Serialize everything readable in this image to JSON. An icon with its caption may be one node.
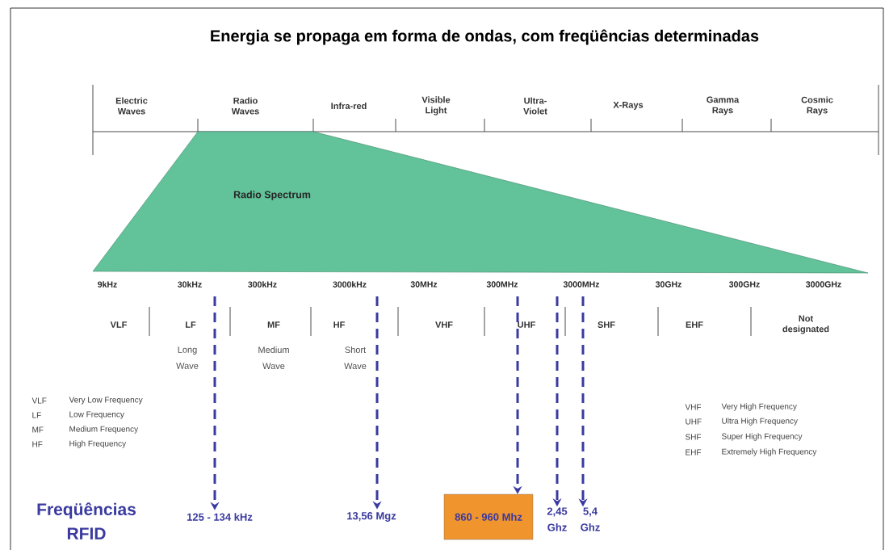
{
  "diagram": {
    "title": "Energia se propaga em forma de ondas, com freqüências determinadas",
    "nodes": [
      {
        "text": [
          "Radio Spectrum"
        ]
      },
      {
        "text": [
          "125 - 134 kHz"
        ]
      },
      {
        "text": [
          "13,56 Mgz"
        ]
      },
      {
        "text": [
          "860 - 960 Mhz"
        ]
      },
      {
        "text": [
          "2,45 Ghz"
        ]
      },
      {
        "text": [
          "5,4 Ghz"
        ]
      }
    ],
    "edges": [
      {
        "from": null,
        "to": 1,
        "arrow": "to",
        "style": "dashed"
      },
      {
        "from": null,
        "to": 2,
        "arrow": "to",
        "style": "dashed"
      },
      {
        "from": null,
        "to": 3,
        "arrow": "to",
        "style": "dashed"
      },
      {
        "from": null,
        "to": 4,
        "arrow": "to",
        "style": "dashed"
      },
      {
        "from": null,
        "to": 5,
        "arrow": "to",
        "style": "dashed"
      }
    ],
    "labels": [
      "Electric Waves",
      "Radio Waves",
      "Infra-red",
      "Visible Light",
      "Ultra-Violet",
      "X-Rays",
      "Gamma Rays",
      "Cosmic Rays",
      "9kHz",
      "30kHz",
      "300kHz",
      "3000kHz",
      "30MHz",
      "300MHz",
      "3000MHz",
      "30GHz",
      "300GHz",
      "3000GHz",
      "VLF",
      "LF",
      "MF",
      "HF",
      "VHF",
      "UHF",
      "SHF",
      "EHF",
      "Not designated",
      "Long Wave",
      "Medium Wave",
      "Short Wave",
      "VLF",
      "Very Low Frequency",
      "LF",
      "Low Frequency",
      "MF",
      "Medium Frequency",
      "HF",
      "High Frequency",
      "VHF",
      "Very High Frequency",
      "UHF",
      "Ultra High Frequency",
      "SHF",
      "Super High Frequency",
      "EHF",
      "Extremely High Frequency",
      "Freqüências RFID"
    ]
  }
}
